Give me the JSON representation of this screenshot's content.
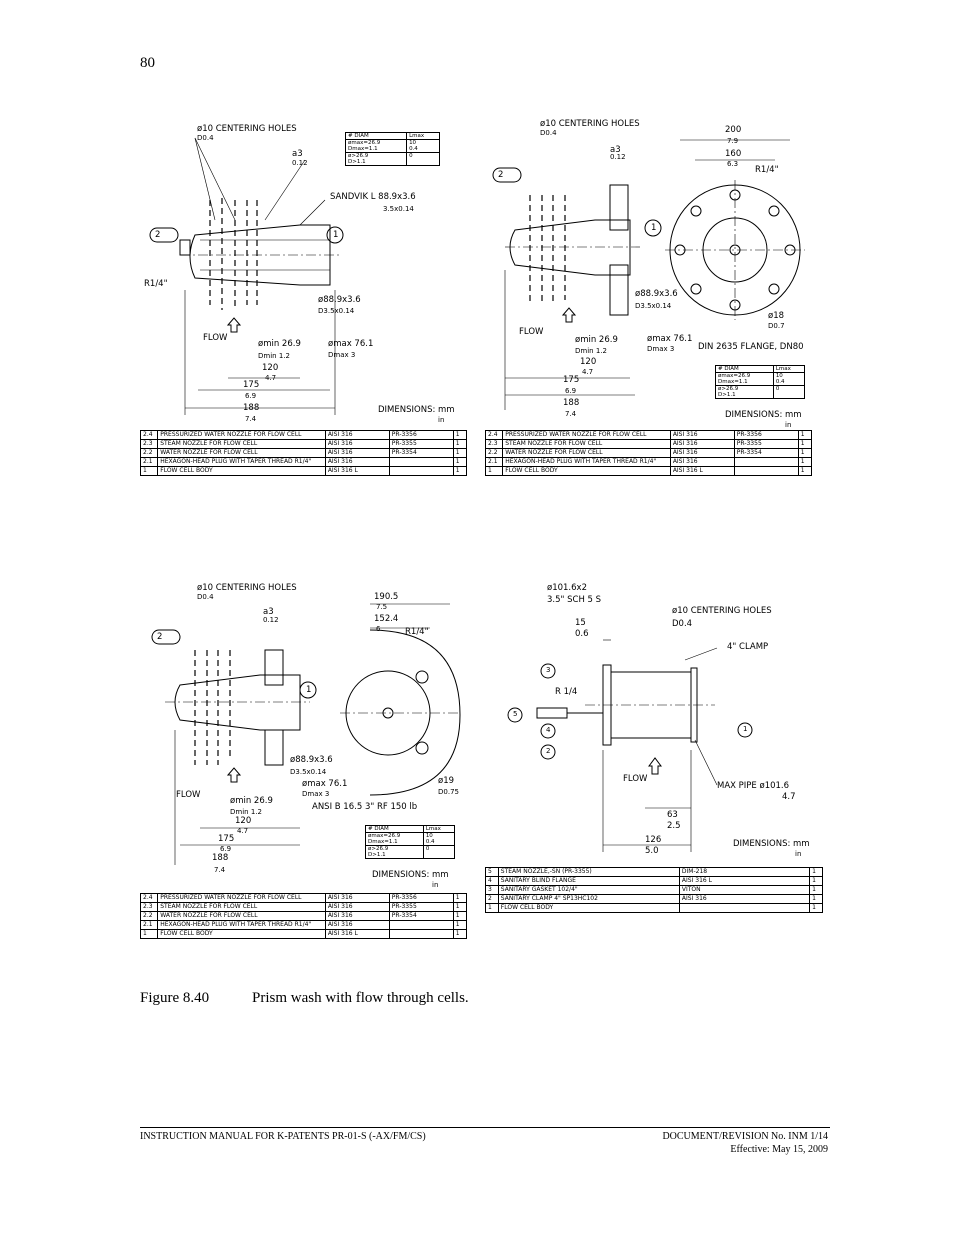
{
  "page_number": "80",
  "drawings": {
    "tl": {
      "holes": "ø10 CENTERING HOLES",
      "holes_d": "D0.4",
      "surf": "a3",
      "surf_in": "0.12",
      "sandvik": "SANDVIK L 88.9x3.6",
      "sandvik_in": "3.5x0.14",
      "r": "R1/4\"",
      "od": "ø88.9x3.6",
      "od_in": "D3.5x0.14",
      "flow": "FLOW",
      "min": "ømin 26.9",
      "min_in": "Dmin 1.2",
      "max": "ømax 76.1",
      "max_in": "Dmax 3",
      "l120": "120",
      "l120_in": "4.7",
      "l175": "175",
      "l175_in": "6.9",
      "l188": "188",
      "l188_in": "7.4",
      "dims": "DIMENSIONS: mm",
      "dims_in": "in",
      "b1": "1",
      "b2": "2",
      "dia_h1": "# DIAM",
      "dia_h2": "Lmax",
      "dia_r1a": "ømax=26.9",
      "dia_r1b": "Dmax=1.1",
      "dia_r1c": "10",
      "dia_r1d": "0.4",
      "dia_r2a": "ø>26.9",
      "dia_r2b": "D>1.1",
      "dia_r2c": "0",
      "bom": [
        [
          "2.4",
          "PRESSURIZED WATER NOZZLE FOR FLOW CELL",
          "AISI 316",
          "PR-3356",
          "1"
        ],
        [
          "2.3",
          "STEAM NOZZLE FOR FLOW CELL",
          "AISI 316",
          "PR-3355",
          "1"
        ],
        [
          "2.2",
          "WATER NOZZLE FOR FLOW CELL",
          "AISI 316",
          "PR-3354",
          "1"
        ],
        [
          "2.1",
          "HEXAGON-HEAD PLUG WITH TAPER THREAD R1/4\"",
          "AISI 316",
          "",
          "1"
        ],
        [
          "1",
          "FLOW CELL BODY",
          "AISI 316 L",
          "",
          "1"
        ]
      ]
    },
    "tr": {
      "holes": "ø10 CENTERING HOLES",
      "holes_d": "D0.4",
      "surf": "a3",
      "surf_in": "0.12",
      "l200": "200",
      "l200_in": "7.9",
      "l160": "160",
      "l160_in": "6.3",
      "r": "R1/4\"",
      "od": "ø88.9x3.6",
      "od_in": "D3.5x0.14",
      "flow": "FLOW",
      "min": "ømin 26.9",
      "min_in": "Dmin 1.2",
      "max": "ømax 76.1",
      "max_in": "Dmax 3",
      "flange": "DIN 2635 FLANGE, DN80",
      "hole18": "ø18",
      "hole18_in": "D0.7",
      "l120": "120",
      "l120_in": "4.7",
      "l175": "175",
      "l175_in": "6.9",
      "l188": "188",
      "l188_in": "7.4",
      "dims": "DIMENSIONS: mm",
      "dims_in": "in",
      "b1": "1",
      "b2": "2",
      "bom": [
        [
          "2.4",
          "PRESSURIZED WATER NOZZLE FOR FLOW CELL",
          "AISI 316",
          "PR-3356",
          "1"
        ],
        [
          "2.3",
          "STEAM NOZZLE FOR FLOW CELL",
          "AISI 316",
          "PR-3355",
          "1"
        ],
        [
          "2.2",
          "WATER NOZZLE FOR FLOW CELL",
          "AISI 316",
          "PR-3354",
          "1"
        ],
        [
          "2.1",
          "HEXAGON-HEAD PLUG WITH TAPER THREAD R1/4\"",
          "AISI 316",
          "",
          "1"
        ],
        [
          "1",
          "FLOW CELL BODY",
          "AISI 316 L",
          "",
          "1"
        ]
      ]
    },
    "bl": {
      "holes": "ø10 CENTERING HOLES",
      "holes_d": "D0.4",
      "surf": "a3",
      "surf_in": "0.12",
      "l190": "190.5",
      "l190_in": "7.5",
      "l152": "152.4",
      "l152_in": "6",
      "r": "R1/4\"",
      "od": "ø88.9x3.6",
      "od_in": "D3.5x0.14",
      "flow": "FLOW",
      "min": "ømin 26.9",
      "min_in": "Dmin 1.2",
      "max": "ømax 76.1",
      "max_in": "Dmax 3",
      "hole19": "ø19",
      "hole19_in": "D0.75",
      "ansi": "ANSI B 16.5 3\" RF 150 lb",
      "l120": "120",
      "l120_in": "4.7",
      "l175": "175",
      "l175_in": "6.9",
      "l188": "188",
      "l188_in": "7.4",
      "dims": "DIMENSIONS: mm",
      "dims_in": "in",
      "b1": "1",
      "b2": "2",
      "bom": [
        [
          "2.4",
          "PRESSURIZED WATER NOZZLE FOR FLOW CELL",
          "AISI 316",
          "PR-3356",
          "1"
        ],
        [
          "2.3",
          "STEAM NOZZLE FOR FLOW CELL",
          "AISI 316",
          "PR-3355",
          "1"
        ],
        [
          "2.2",
          "WATER NOZZLE FOR FLOW CELL",
          "AISI 316",
          "PR-3354",
          "1"
        ],
        [
          "2.1",
          "HEXAGON-HEAD PLUG WITH TAPER THREAD R1/4\"",
          "AISI 316",
          "",
          "1"
        ],
        [
          "1",
          "FLOW CELL BODY",
          "AISI 316 L",
          "",
          "1"
        ]
      ]
    },
    "br": {
      "pipe": "ø101.6x2",
      "pipe_in": "3.5\" SCH 5 S",
      "l15": "15",
      "l15_in": "0.6",
      "holes": "ø10 CENTERING HOLES",
      "holes_d": "D0.4",
      "clamp": "4\" CLAMP",
      "r": "R 1/4",
      "flow": "FLOW",
      "maxpipe": "MAX PIPE ø101.6",
      "maxpipe_in": "4.7",
      "l63": "63",
      "l63_in": "2.5",
      "l126": "126",
      "l126_in": "5.0",
      "dims": "DIMENSIONS: mm",
      "dims_in": "in",
      "b1": "1",
      "b2": "2",
      "b3": "3",
      "b4": "4",
      "b5": "5",
      "bom": [
        [
          "5",
          "STEAM NOZZLE,-SN (PR-3355)",
          "DIM-218",
          "1"
        ],
        [
          "4",
          "SANITARY BLIND FLANGE",
          "AISI 316 L",
          "1"
        ],
        [
          "3",
          "SANITARY GASKET 102/4\"",
          "VITON",
          "1"
        ],
        [
          "2",
          "SANITARY CLAMP 4\" SP13HC102",
          "AISI 316",
          "1"
        ],
        [
          "1",
          "FLOW CELL BODY",
          "",
          "1"
        ]
      ]
    }
  },
  "caption": {
    "label": "Figure 8.40",
    "text": "Prism wash with flow through cells."
  },
  "footer": {
    "left": "INSTRUCTION MANUAL FOR K-PATENTS PR-01-S (-AX/FM/CS)",
    "right": "DOCUMENT/REVISION No. INM 1/14",
    "effective": "Effective: May 15, 2009"
  }
}
